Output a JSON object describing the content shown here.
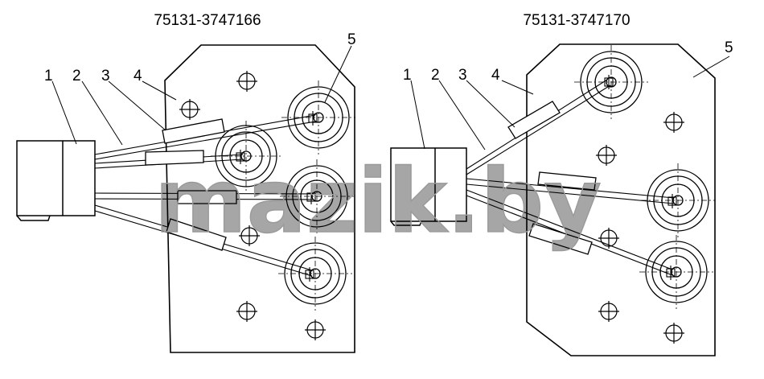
{
  "diagrams": [
    {
      "part_number": "75131-3747166",
      "callouts": [
        "1",
        "2",
        "3",
        "4",
        "5"
      ]
    },
    {
      "part_number": "75131-3747170",
      "callouts": [
        "1",
        "2",
        "3",
        "4",
        "5"
      ]
    }
  ],
  "watermark": "mazik.by"
}
